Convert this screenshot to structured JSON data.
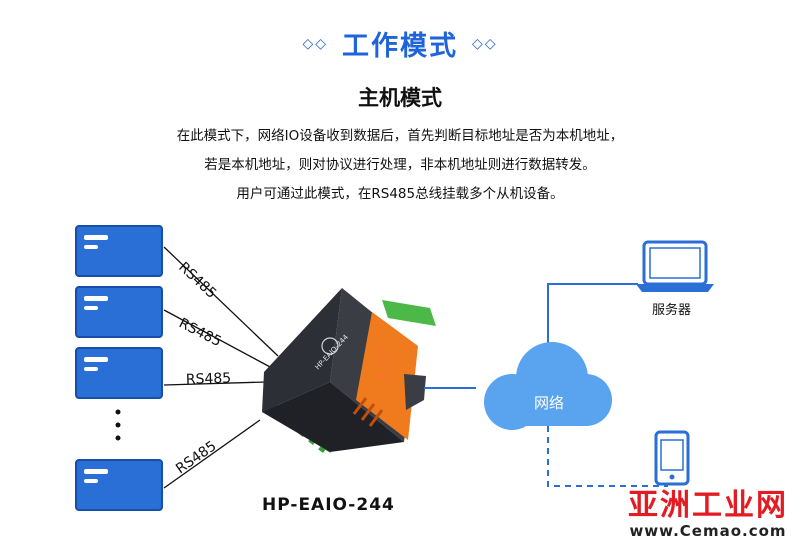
{
  "header": {
    "title": "工作模式",
    "deco_left": "◇◇",
    "deco_right": "◇◇"
  },
  "subtitle": "主机模式",
  "description": [
    "在此模式下，网络IO设备收到数据后，首先判断目标地址是否为本机地址，",
    "若是本机地址，则对协议进行处理，非本机地址则进行数据转发。",
    "用户可通过此模式，在RS485总线挂载多个从机设备。"
  ],
  "links": {
    "rs485_1": "RS485",
    "rs485_2": "RS485",
    "rs485_3": "RS485",
    "rs485_4": "RS485"
  },
  "device": {
    "model": "HP-EAIO-244",
    "body_label": "HP-EAIO-244"
  },
  "network": {
    "cloud_label": "网络",
    "server_label": "服务器"
  },
  "watermark": {
    "name": "亚洲工业网",
    "url": "www.Cemao.com"
  },
  "colors": {
    "blue": "#1f64d8",
    "slave_box": "#2a6fd6",
    "cloud": "#5aa3ee",
    "device_orange": "#f07a1e",
    "terminal_green": "#4cb848",
    "watermark_red": "#e31c23"
  }
}
